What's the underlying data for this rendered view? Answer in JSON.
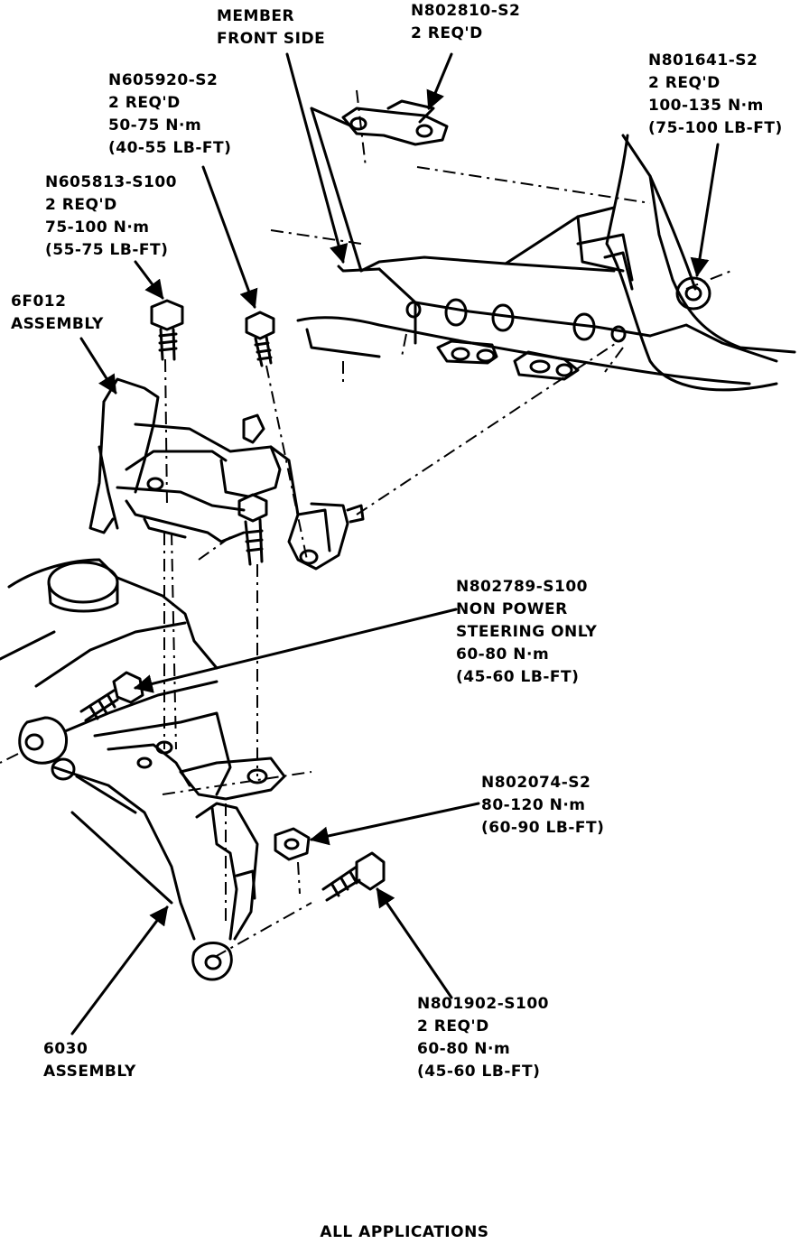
{
  "callouts": {
    "member_front_side": [
      "MEMBER",
      "FRONT SIDE"
    ],
    "n802810": [
      "N802810-S2",
      "2 REQ'D"
    ],
    "n801641": [
      "N801641-S2",
      "2 REQ'D",
      "100-135 N·m",
      "(75-100 LB-FT)"
    ],
    "n605920": [
      "N605920-S2",
      "2 REQ'D",
      "50-75 N·m",
      "(40-55 LB-FT)"
    ],
    "n605813": [
      "N605813-S100",
      "2 REQ'D",
      "75-100 N·m",
      "(55-75 LB-FT)"
    ],
    "assembly_6f012": [
      "6F012",
      "ASSEMBLY"
    ],
    "n802789": [
      "N802789-S100",
      "NON POWER",
      "STEERING ONLY",
      "60-80 N·m",
      "(45-60 LB-FT)"
    ],
    "n802074": [
      "N802074-S2",
      "80-120 N·m",
      "(60-90 LB-FT)"
    ],
    "n801902": [
      "N801902-S100",
      "2 REQ'D",
      "60-80 N·m",
      "(45-60 LB-FT)"
    ],
    "assembly_6030": [
      "6030",
      "ASSEMBLY"
    ]
  },
  "caption": "ALL APPLICATIONS"
}
